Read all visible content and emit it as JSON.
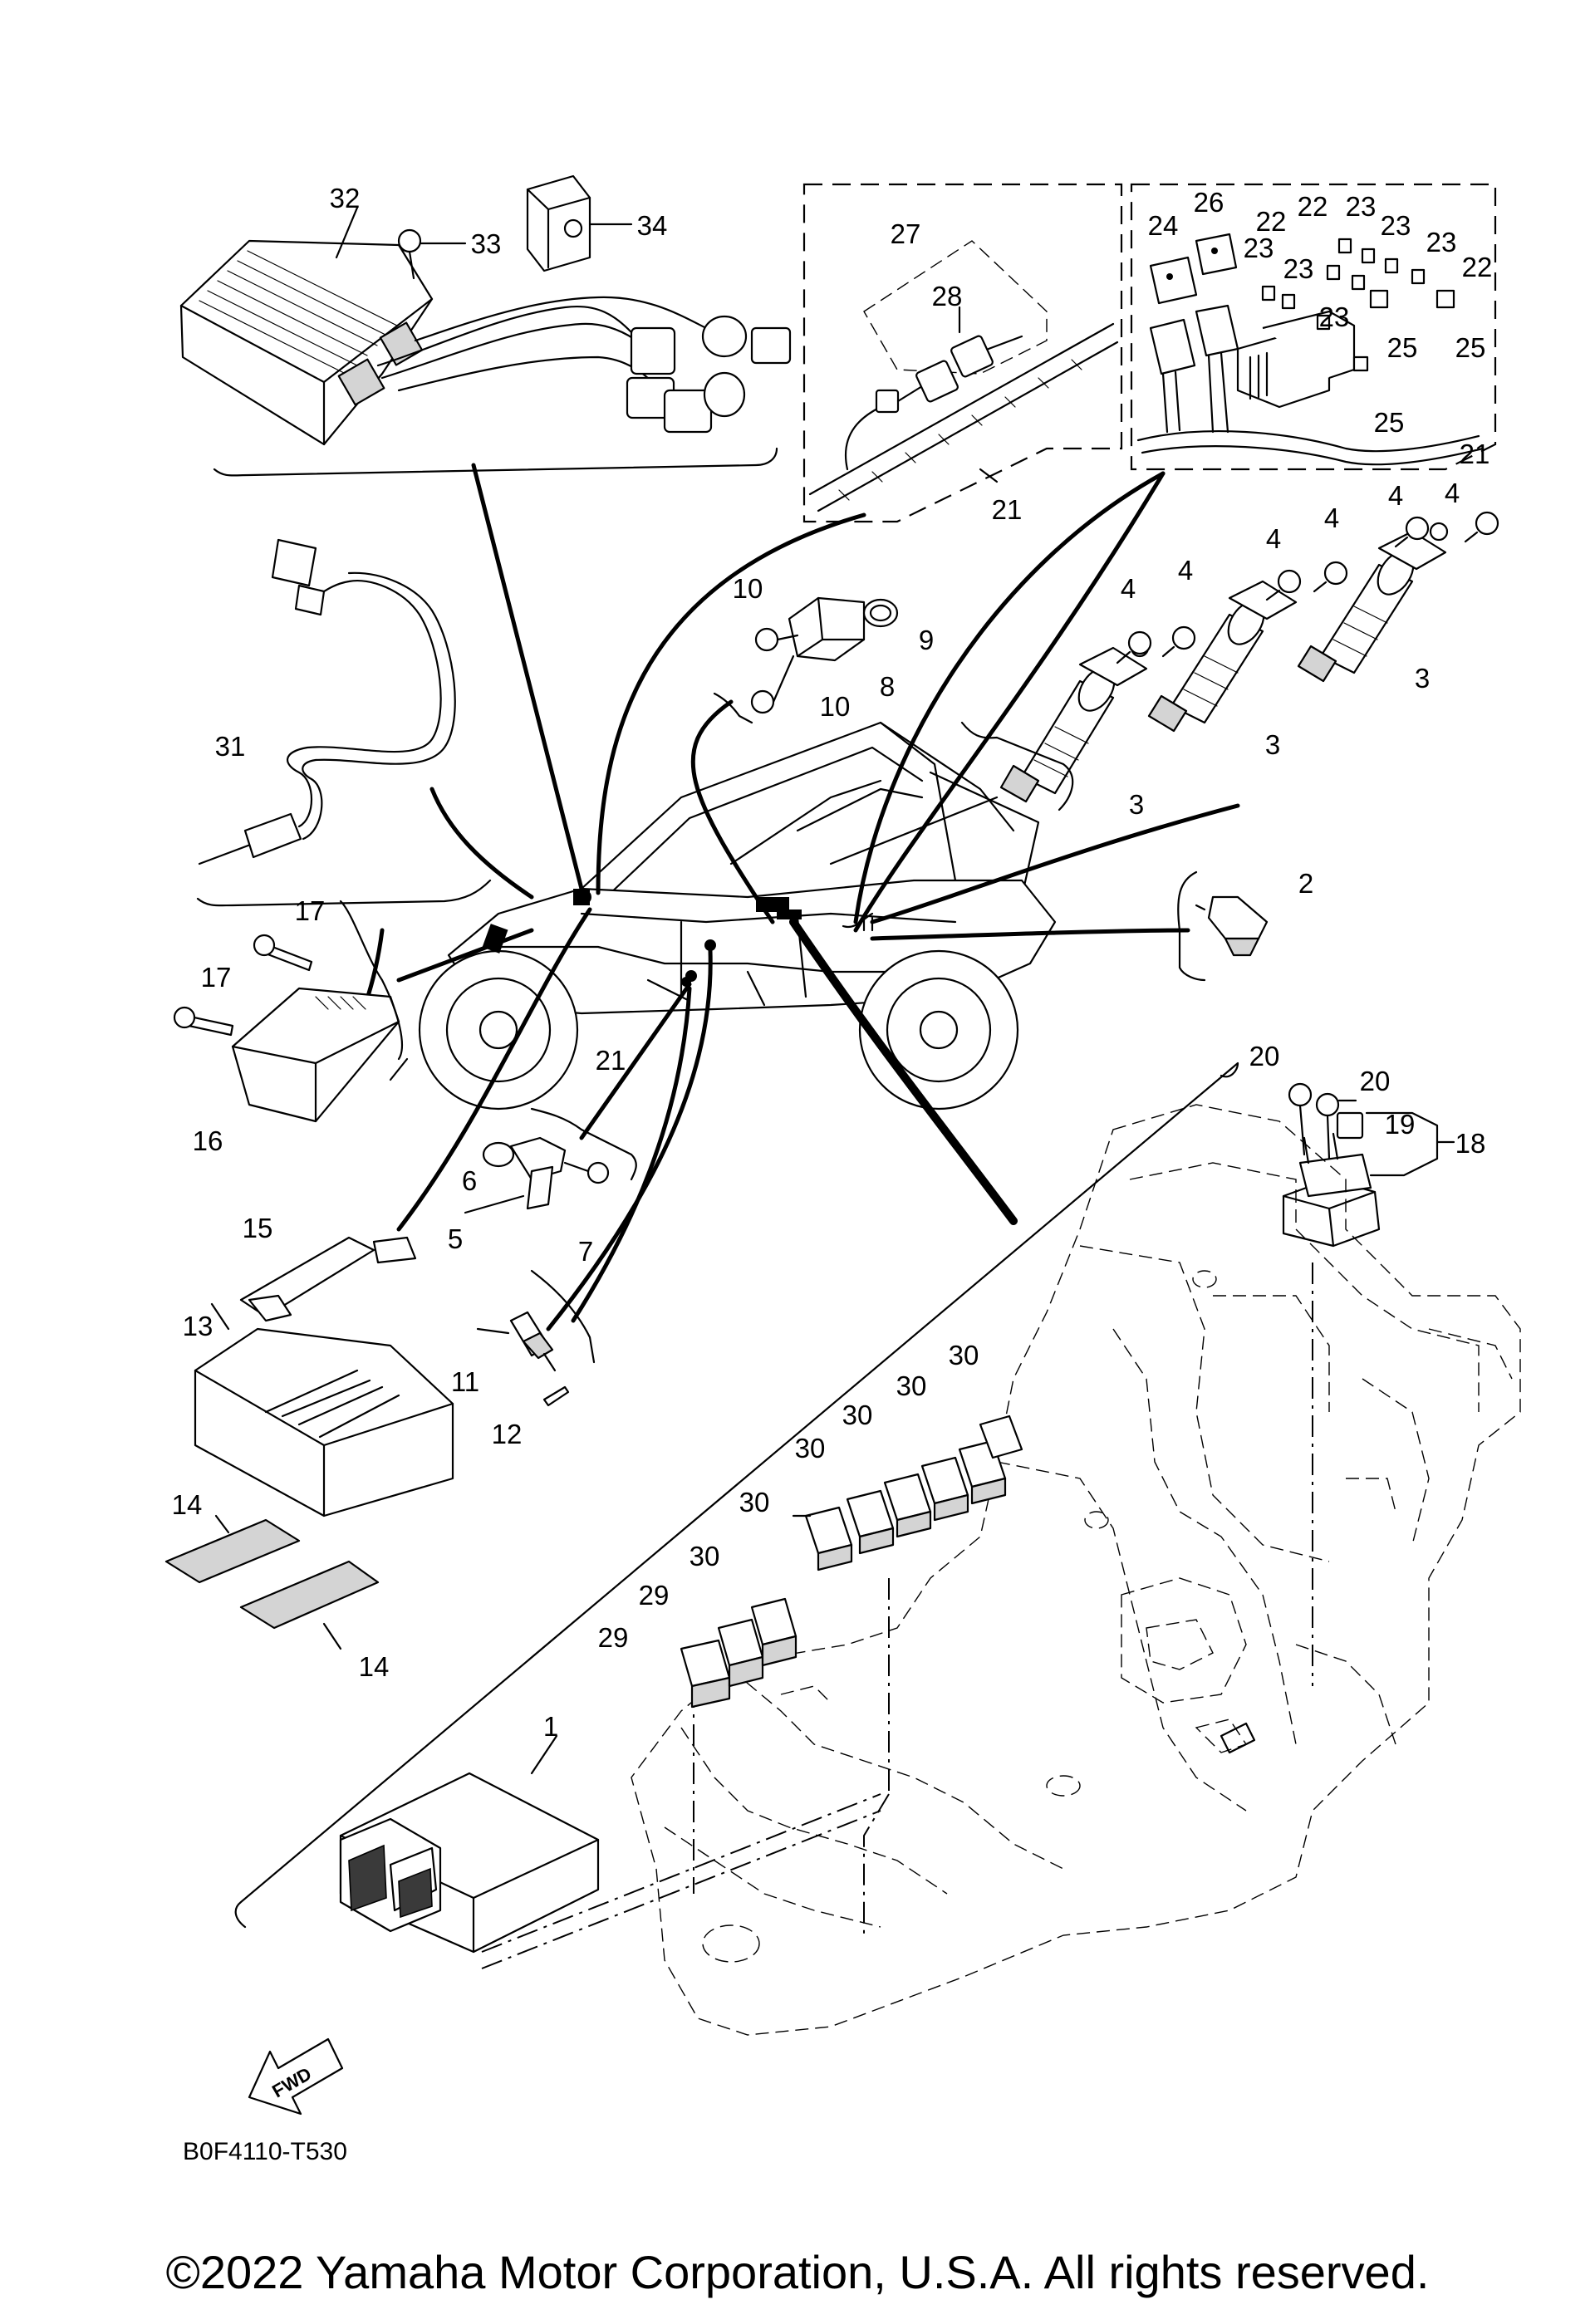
{
  "diagram": {
    "callouts": [
      {
        "id": "c32",
        "text": "32"
      },
      {
        "id": "c33",
        "text": "33"
      },
      {
        "id": "c34",
        "text": "34"
      },
      {
        "id": "c27",
        "text": "27"
      },
      {
        "id": "c28",
        "text": "28"
      },
      {
        "id": "c21a",
        "text": "21"
      },
      {
        "id": "c24",
        "text": "24"
      },
      {
        "id": "c26",
        "text": "26"
      },
      {
        "id": "c22a",
        "text": "22"
      },
      {
        "id": "c22b",
        "text": "22"
      },
      {
        "id": "c22c",
        "text": "22"
      },
      {
        "id": "c23a",
        "text": "23"
      },
      {
        "id": "c23b",
        "text": "23"
      },
      {
        "id": "c23c",
        "text": "23"
      },
      {
        "id": "c23d",
        "text": "23"
      },
      {
        "id": "c23e",
        "text": "23"
      },
      {
        "id": "c23f",
        "text": "23"
      },
      {
        "id": "c25a",
        "text": "25"
      },
      {
        "id": "c25b",
        "text": "25"
      },
      {
        "id": "c25c",
        "text": "25"
      },
      {
        "id": "c21b",
        "text": "21"
      },
      {
        "id": "c4a",
        "text": "4"
      },
      {
        "id": "c4b",
        "text": "4"
      },
      {
        "id": "c4c",
        "text": "4"
      },
      {
        "id": "c4d",
        "text": "4"
      },
      {
        "id": "c4e",
        "text": "4"
      },
      {
        "id": "c4f",
        "text": "4"
      },
      {
        "id": "c3a",
        "text": "3"
      },
      {
        "id": "c3b",
        "text": "3"
      },
      {
        "id": "c3c",
        "text": "3"
      },
      {
        "id": "c10a",
        "text": "10"
      },
      {
        "id": "c10b",
        "text": "10"
      },
      {
        "id": "c9",
        "text": "9"
      },
      {
        "id": "c8",
        "text": "8"
      },
      {
        "id": "c31",
        "text": "31"
      },
      {
        "id": "c2",
        "text": "2"
      },
      {
        "id": "c17a",
        "text": "17"
      },
      {
        "id": "c17b",
        "text": "17"
      },
      {
        "id": "c16",
        "text": "16"
      },
      {
        "id": "c21c",
        "text": "21"
      },
      {
        "id": "c20a",
        "text": "20"
      },
      {
        "id": "c20b",
        "text": "20"
      },
      {
        "id": "c19",
        "text": "19"
      },
      {
        "id": "c18",
        "text": "18"
      },
      {
        "id": "c6",
        "text": "6"
      },
      {
        "id": "c5",
        "text": "5"
      },
      {
        "id": "c7",
        "text": "7"
      },
      {
        "id": "c15",
        "text": "15"
      },
      {
        "id": "c13",
        "text": "13"
      },
      {
        "id": "c11",
        "text": "11"
      },
      {
        "id": "c12",
        "text": "12"
      },
      {
        "id": "c14a",
        "text": "14"
      },
      {
        "id": "c14b",
        "text": "14"
      },
      {
        "id": "c30a",
        "text": "30"
      },
      {
        "id": "c30b",
        "text": "30"
      },
      {
        "id": "c30c",
        "text": "30"
      },
      {
        "id": "c30d",
        "text": "30"
      },
      {
        "id": "c30e",
        "text": "30"
      },
      {
        "id": "c30f",
        "text": "30"
      },
      {
        "id": "c29a",
        "text": "29"
      },
      {
        "id": "c29b",
        "text": "29"
      },
      {
        "id": "c1",
        "text": "1"
      }
    ],
    "fwd_label": "FWD",
    "drawing_code": "B0F4110-T530"
  },
  "footer": {
    "copyright": "©2022 Yamaha Motor Corporation, U.S.A. All rights reserved."
  }
}
